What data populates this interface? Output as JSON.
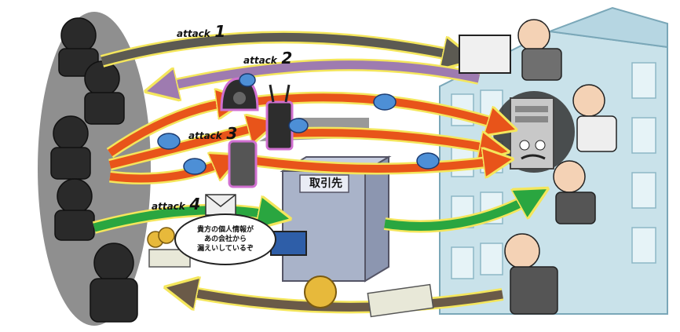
{
  "attacks": [
    {
      "word": "attack",
      "num": "1"
    },
    {
      "word": "attack",
      "num": "2"
    },
    {
      "word": "attack",
      "num": "3"
    },
    {
      "word": "attack",
      "num": "4"
    }
  ],
  "partner_sign": "取引先",
  "speech_bubble": {
    "line1": "貴方の個人情報が",
    "line2": "あの会社から",
    "line3": "漏えいしているぞ"
  },
  "colors": {
    "arrow_gray": "#5c5a52",
    "arrow_purple": "#9e7bb0",
    "arrow_orange": "#e8541a",
    "arrow_green": "#2aa640",
    "arrow_brown": "#6a5a48",
    "arrow_outline": "#f4e65c",
    "building": "#c9e2ea",
    "partner_building": "#a9b3c9",
    "hacker_shadow": "#8f8f8f"
  }
}
